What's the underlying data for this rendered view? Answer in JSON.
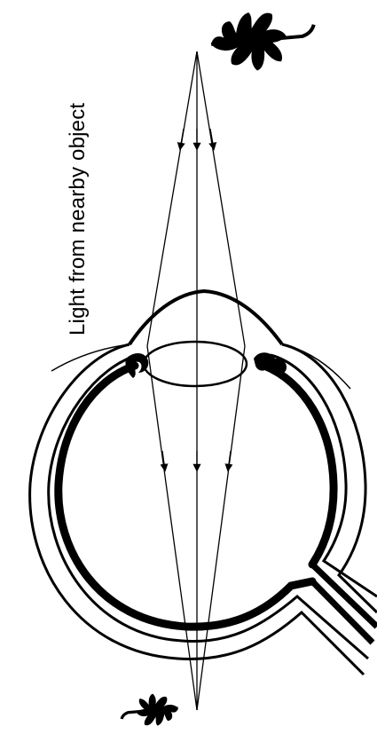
{
  "diagram": {
    "caption": "Light from nearby object",
    "colors": {
      "ink": "#000000",
      "background": "#ffffff"
    },
    "parts": [
      "leaf-object",
      "eye-outer-wall",
      "eye-inner-wall",
      "cornea",
      "lens",
      "ciliary-body",
      "optic-nerve",
      "light-rays",
      "inverted-leaf-image"
    ]
  }
}
